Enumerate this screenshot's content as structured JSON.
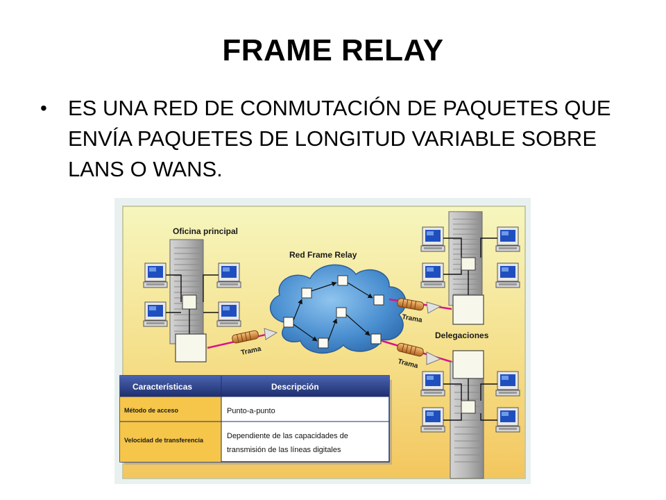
{
  "slide": {
    "title": "FRAME RELAY",
    "bullet": "ES UNA RED DE CONMUTACIÓN DE PAQUETES QUE ENVÍA PAQUETES DE LONGITUD VARIABLE SOBRE LANS O WANS."
  },
  "diagram": {
    "labels": {
      "main_office": "Oficina principal",
      "network": "Red Frame Relay",
      "branches": "Delegaciones",
      "frame": "Trama"
    },
    "table": {
      "headers": [
        "Características",
        "Descripción"
      ],
      "rows": [
        [
          "Método de acceso",
          "Punto-a-punto"
        ],
        [
          "Velocidad de transferencia",
          "Dependiente de las capacidades de",
          "transmisión de las líneas digitales"
        ]
      ]
    },
    "colors": {
      "background_top": "#f4f4b4",
      "background_bottom": "#f4ca68",
      "cloud": "#3f86c8",
      "table_header": "#2a3f86",
      "table_label_cell": "#f6c64a",
      "frame_arrow": "#d9138a"
    }
  }
}
